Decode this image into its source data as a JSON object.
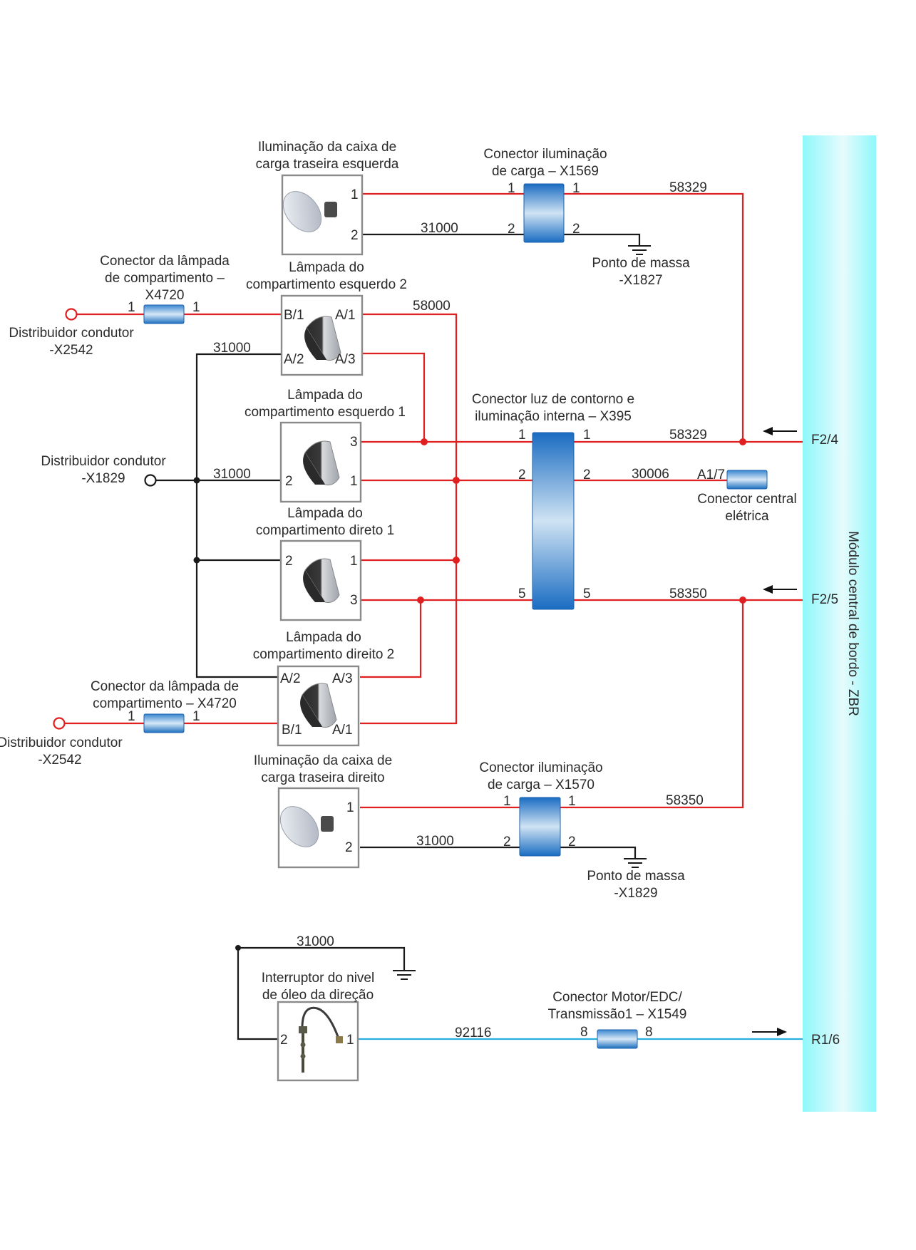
{
  "colors": {
    "wire_power": "#e02020",
    "wire_ground": "#1a1a1a",
    "wire_signal": "#29aee0",
    "connector_blue": "#1f6fc4",
    "module_cyan": "#8ef6fa"
  },
  "module": {
    "title": "Módulo central de bordo - ZBR",
    "pins": {
      "f24": "F2/4",
      "f25": "F2/5",
      "r16": "R1/6"
    }
  },
  "components": {
    "cargo_left": {
      "title_1": "Iluminação da caixa de",
      "title_2": "carga traseira esquerda",
      "pin1": "1",
      "pin2": "2",
      "icon": "cargo-lamp-icon"
    },
    "conn_x1569": {
      "title_1": "Conector iluminação",
      "title_2": "de carga – X1569",
      "pin_l1": "1",
      "pin_r1": "1",
      "pin_l2": "2",
      "pin_r2": "2"
    },
    "ground_x1827": {
      "title_1": "Ponto de massa",
      "title_2": "-X1827"
    },
    "conn_x4720_top": {
      "title_1": "Conector da lâmpada",
      "title_2": "de compartimento –",
      "title_3": "X4720",
      "pin_l": "1",
      "pin_r": "1"
    },
    "dist_x2542_top": {
      "title_1": "Distribuidor condutor",
      "title_2": "-X2542"
    },
    "lamp_left2": {
      "title_1": "Lâmpada do",
      "title_2": "compartimento esquerdo 2",
      "pin_b1": "B/1",
      "pin_a1": "A/1",
      "pin_a2": "A/2",
      "pin_a3": "A/3",
      "icon": "compartment-lamp-icon"
    },
    "lamp_left1": {
      "title_1": "Lâmpada do",
      "title_2": "compartimento esquerdo 1",
      "pin3": "3",
      "pin2": "2",
      "pin1": "1"
    },
    "dist_x1829": {
      "title_1": "Distribuidor condutor",
      "title_2": "-X1829"
    },
    "conn_x395": {
      "title_1": "Conector luz de contorno e",
      "title_2": "iluminação interna – X395",
      "pin_l1": "1",
      "pin_r1": "1",
      "pin_l2": "2",
      "pin_r2": "2",
      "pin_l5": "5",
      "pin_r5": "5"
    },
    "central_conn": {
      "pin": "A1/7",
      "title_1": "Conector central",
      "title_2": "elétrica"
    },
    "lamp_right1": {
      "title_1": "Lâmpada do",
      "title_2": "compartimento direto 1",
      "pin2": "2",
      "pin1": "1",
      "pin3": "3"
    },
    "lamp_right2": {
      "title_1": "Lâmpada do",
      "title_2": "compartimento direito 2",
      "pin_a2": "A/2",
      "pin_a3": "A/3",
      "pin_b1": "B/1",
      "pin_a1": "A/1"
    },
    "conn_x4720_bot": {
      "title_1": "Conector da lâmpada de",
      "title_2": "compartimento – X4720",
      "pin_l": "1",
      "pin_r": "1"
    },
    "dist_x2542_bot": {
      "title_1": "Distribuidor condutor",
      "title_2": "-X2542"
    },
    "cargo_right": {
      "title_1": "Iluminação da caixa de",
      "title_2": "carga traseira direito",
      "pin1": "1",
      "pin2": "2"
    },
    "conn_x1570": {
      "title_1": "Conector iluminação",
      "title_2": "de carga – X1570",
      "pin_l1": "1",
      "pin_r1": "1",
      "pin_l2": "2",
      "pin_r2": "2"
    },
    "ground_x1829": {
      "title_1": "Ponto de massa",
      "title_2": "-X1829"
    },
    "oil_switch": {
      "title_1": "Interruptor do nivel",
      "title_2": "de óleo da direção",
      "pin2": "2",
      "pin1": "1",
      "icon": "oil-level-sensor-icon"
    },
    "conn_x1549": {
      "title_1": "Conector Motor/EDC/",
      "title_2": "Transmissão1 – X1549",
      "pin_l": "8",
      "pin_r": "8"
    }
  },
  "wires": {
    "w58329_top": "58329",
    "w31000_top": "31000",
    "w58000": "58000",
    "w31000_a": "31000",
    "w31000_b": "31000",
    "w58329_mid": "58329",
    "w30006": "30006",
    "w58350_mid": "58350",
    "w58350_bot": "58350",
    "w31000_cargo_r": "31000",
    "w31000_oil": "31000",
    "w92116": "92116"
  }
}
